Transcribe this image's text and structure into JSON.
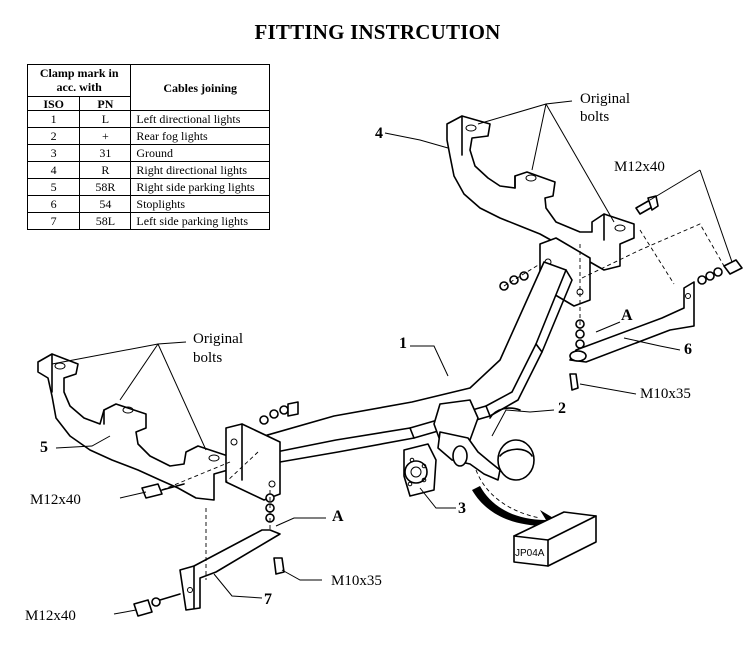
{
  "title": "FITTING INSTRCUTION",
  "table": {
    "header_clamp": "Clamp mark in acc. with",
    "header_iso": "ISO",
    "header_pn": "PN",
    "header_cables": "Cables joining",
    "rows": [
      {
        "iso": "1",
        "pn": "L",
        "cable": "Left directional lights"
      },
      {
        "iso": "2",
        "pn": "+",
        "cable": "Rear fog lights"
      },
      {
        "iso": "3",
        "pn": "31",
        "cable": "Ground"
      },
      {
        "iso": "4",
        "pn": "R",
        "cable": "Right directional lights"
      },
      {
        "iso": "5",
        "pn": "58R",
        "cable": "Right side parking lights"
      },
      {
        "iso": "6",
        "pn": "54",
        "cable": "Stoplights"
      },
      {
        "iso": "7",
        "pn": "58L",
        "cable": "Left side parking lights"
      }
    ]
  },
  "labels": {
    "original_bolts_top_1": "Original",
    "original_bolts_top_2": "bolts",
    "original_bolts_left_1": "Original",
    "original_bolts_left_2": "bolts",
    "m12x40_top": "M12x40",
    "m12x40_left": "M12x40",
    "m12x40_bottom": "M12x40",
    "m10x35_right": "M10x35",
    "m10x35_bottom": "M10x35",
    "a_right": "A",
    "a_bottom": "A",
    "part_1": "1",
    "part_2": "2",
    "part_3": "3",
    "part_4": "4",
    "part_5": "5",
    "part_6": "6",
    "part_7": "7",
    "box_code": "JP04A"
  }
}
